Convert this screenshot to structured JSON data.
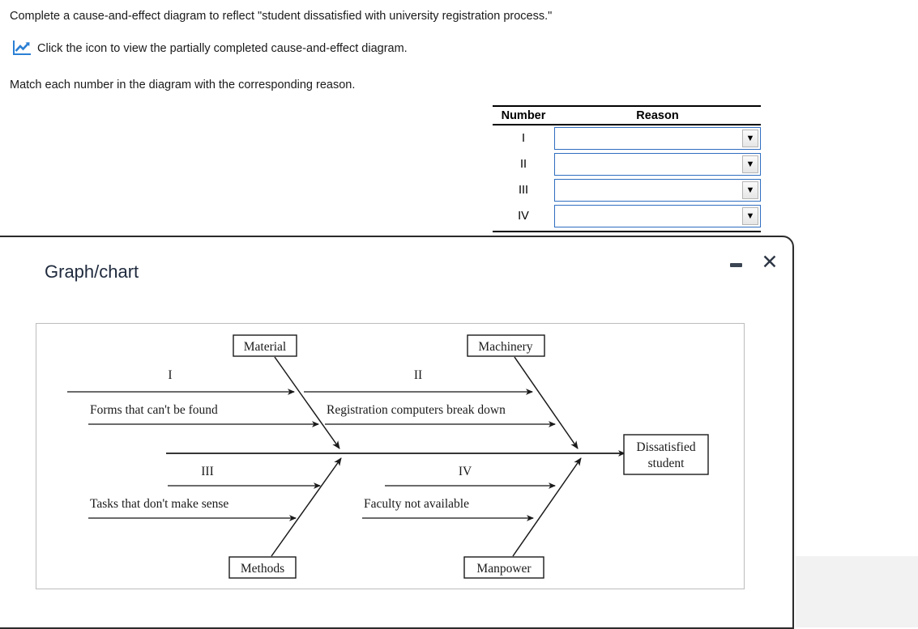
{
  "question": {
    "line1": "Complete a cause-and-effect diagram to reflect \"student dissatisfied with university registration process.\"",
    "line2": "Click the icon to view the partially completed cause-and-effect diagram.",
    "line3": "Match each number in the diagram with the corresponding reason.",
    "chart_icon": "line-chart-icon"
  },
  "match_table": {
    "headers": [
      "Number",
      "Reason"
    ],
    "rows": [
      {
        "number": "I",
        "reason": "",
        "arrow": "▼"
      },
      {
        "number": "II",
        "reason": "",
        "arrow": "▼"
      },
      {
        "number": "III",
        "reason": "",
        "arrow": "▼"
      },
      {
        "number": "IV",
        "reason": "",
        "arrow": "▼"
      }
    ]
  },
  "modal": {
    "title": "Graph/chart",
    "minimize_label": "",
    "close_label": "✕"
  },
  "chart_data": {
    "type": "diagram",
    "diagram_type": "fishbone-cause-and-effect",
    "title": "",
    "effect": "Dissatisfied student",
    "categories": [
      {
        "name": "Material",
        "position": "top-left",
        "causes": [
          "I",
          "Forms that can't be found"
        ]
      },
      {
        "name": "Machinery",
        "position": "top-right",
        "causes": [
          "II",
          "Registration computers break down"
        ]
      },
      {
        "name": "Methods",
        "position": "bottom-left",
        "causes": [
          "III",
          "Tasks that don't make sense"
        ]
      },
      {
        "name": "Manpower",
        "position": "bottom-right",
        "causes": [
          "IV",
          "Faculty not available"
        ]
      }
    ],
    "labels": {
      "material": "Material",
      "machinery": "Machinery",
      "methods": "Methods",
      "manpower": "Manpower",
      "cause_I": "I",
      "cause_I_text": "Forms that can't be found",
      "cause_II": "II",
      "cause_II_text": "Registration computers break down",
      "cause_III": "III",
      "cause_III_text": "Tasks that don't make sense",
      "cause_IV": "IV",
      "cause_IV_text": "Faculty not available",
      "effect_line1": "Dissatisfied",
      "effect_line2": "student"
    }
  },
  "colors": {
    "accent_blue": "#2f6ec0",
    "icon_blue": "#2a7fd4",
    "modal_border": "#2b2b2b",
    "panel_gray": "#f2f2f2",
    "diagram_stroke": "#1a1a1a"
  }
}
